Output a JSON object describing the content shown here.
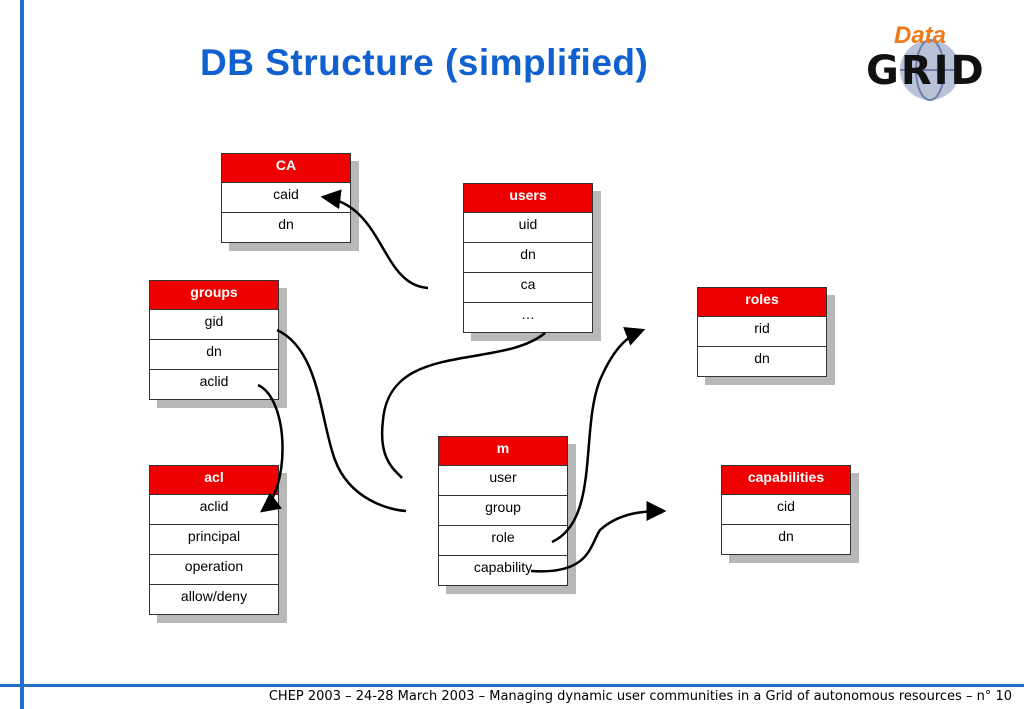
{
  "slide": {
    "title": "DB Structure (simplified)",
    "footer": "CHEP 2003 – 24-28 March 2003 – Managing dynamic user communities in a Grid of autonomous resources  –  n° 10",
    "logo": {
      "top": "Data",
      "bottom": "GRID"
    }
  },
  "tables": {
    "ca": {
      "name": "CA",
      "fields": [
        "caid",
        "dn"
      ]
    },
    "users": {
      "name": "users",
      "fields": [
        "uid",
        "dn",
        "ca",
        "…"
      ]
    },
    "groups": {
      "name": "groups",
      "fields": [
        "gid",
        "dn",
        "aclid"
      ]
    },
    "roles": {
      "name": "roles",
      "fields": [
        "rid",
        "dn"
      ]
    },
    "m": {
      "name": "m",
      "fields": [
        "user",
        "group",
        "role",
        "capability"
      ]
    },
    "acl": {
      "name": "acl",
      "fields": [
        "aclid",
        "principal",
        "operation",
        "allow/deny"
      ]
    },
    "capabilities": {
      "name": "capabilities",
      "fields": [
        "cid",
        "dn"
      ]
    }
  },
  "colors": {
    "accent": "#1060d0",
    "header": "#ee0000",
    "logo_orange": "#f07a1a"
  }
}
